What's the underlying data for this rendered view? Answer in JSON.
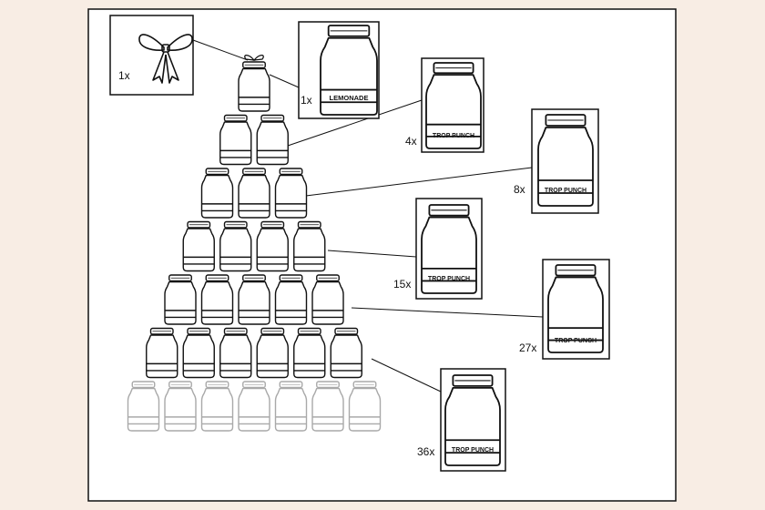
{
  "diagram": {
    "topper": {
      "icon": "bow-icon",
      "count_label": "1x"
    },
    "callouts": [
      {
        "count_label": "1x",
        "jar_label": "LEMONADE"
      },
      {
        "count_label": "4x",
        "jar_label": "TROP PUNCH"
      },
      {
        "count_label": "8x",
        "jar_label": "TROP PUNCH"
      },
      {
        "count_label": "15x",
        "jar_label": "TROP PUNCH"
      },
      {
        "count_label": "27x",
        "jar_label": "TROP PUNCH"
      },
      {
        "count_label": "36x",
        "jar_label": "TROP PUNCH"
      }
    ],
    "pyramid_rows": [
      1,
      2,
      3,
      4,
      5,
      6,
      7
    ],
    "faded_rows": [
      7
    ]
  },
  "colors": {
    "background": "#f8ede4",
    "panel": "#ffffff",
    "stroke": "#111111",
    "faded_stroke": "#a9a9a9"
  }
}
